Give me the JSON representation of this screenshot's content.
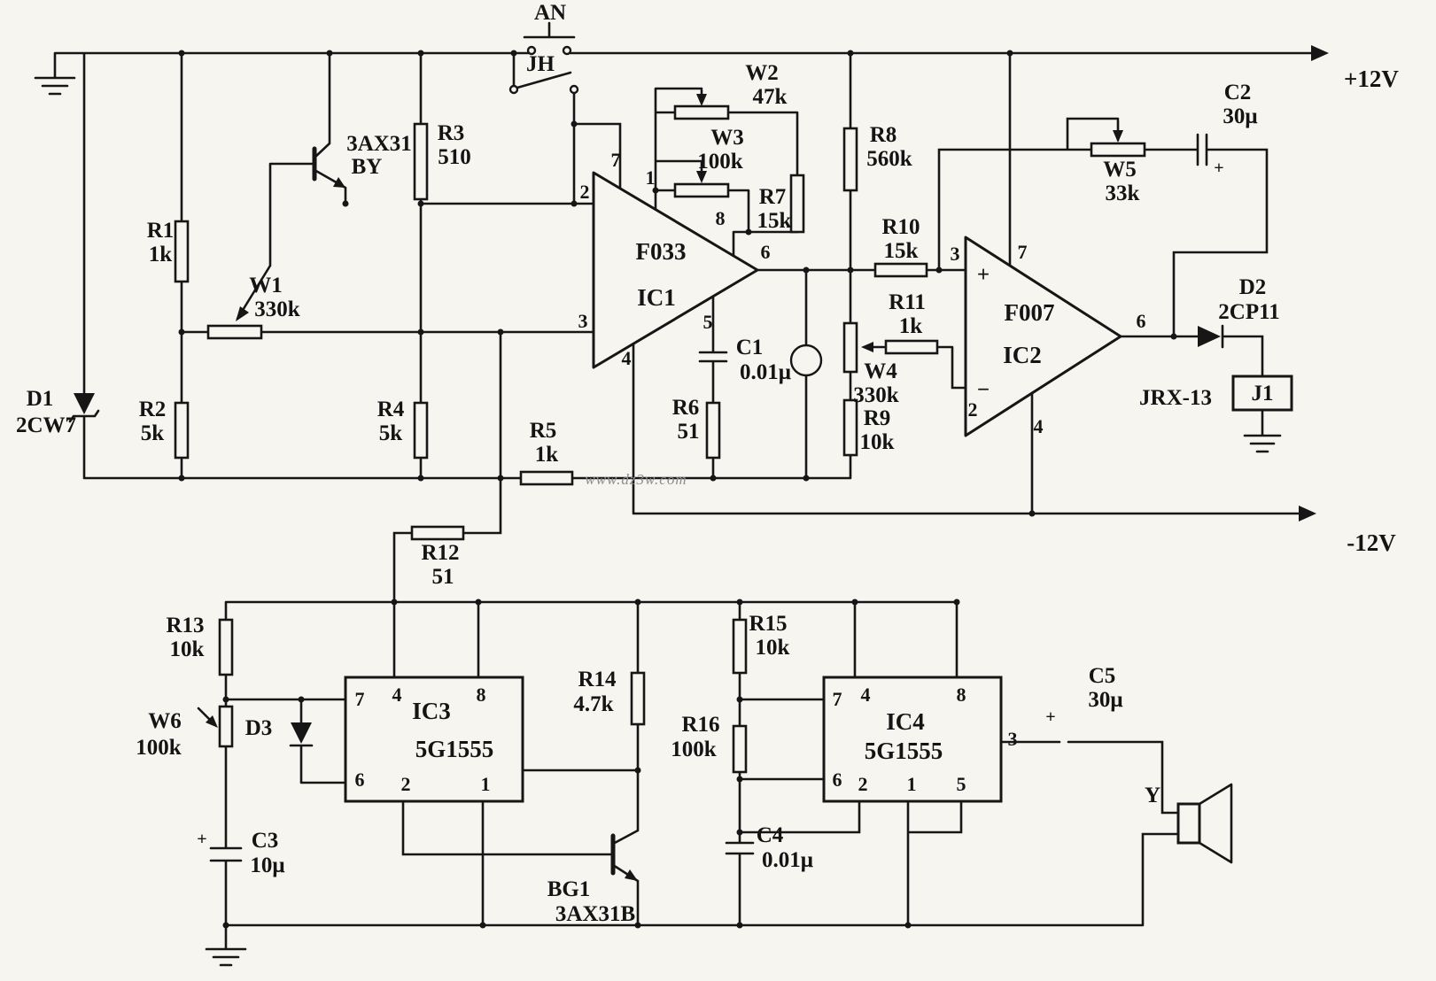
{
  "power": {
    "pos": "+12V",
    "neg": "-12V"
  },
  "watermark": "www.dz3w.com",
  "switches": {
    "an": "AN",
    "jh": "JH"
  },
  "transistors": {
    "q1": {
      "part": "3AX31",
      "name": "BY"
    },
    "bg1": {
      "ref": "BG1",
      "part": "3AX31B"
    }
  },
  "diodes": {
    "d1": {
      "ref": "D1",
      "part": "2CW7"
    },
    "d2": {
      "ref": "D2",
      "part": "2CP11"
    },
    "d3": {
      "ref": "D3"
    }
  },
  "resistors": {
    "r1": {
      "ref": "R1",
      "value": "1k"
    },
    "r2": {
      "ref": "R2",
      "value": "5k"
    },
    "r3": {
      "ref": "R3",
      "value": "510"
    },
    "r4": {
      "ref": "R4",
      "value": "5k"
    },
    "r5": {
      "ref": "R5",
      "value": "1k"
    },
    "r6": {
      "ref": "R6",
      "value": "51"
    },
    "r7": {
      "ref": "R7",
      "value": "15k"
    },
    "r8": {
      "ref": "R8",
      "value": "560k"
    },
    "r9": {
      "ref": "R9",
      "value": "10k"
    },
    "r10": {
      "ref": "R10",
      "value": "15k"
    },
    "r11": {
      "ref": "R11",
      "value": "1k"
    },
    "r12": {
      "ref": "R12",
      "value": "51"
    },
    "r13": {
      "ref": "R13",
      "value": "10k"
    },
    "r14": {
      "ref": "R14",
      "value": "4.7k"
    },
    "r15": {
      "ref": "R15",
      "value": "10k"
    },
    "r16": {
      "ref": "R16",
      "value": "100k"
    }
  },
  "pots": {
    "w1": {
      "ref": "W1",
      "value": "330k"
    },
    "w2": {
      "ref": "W2",
      "value": "47k"
    },
    "w3": {
      "ref": "W3",
      "value": "100k"
    },
    "w4": {
      "ref": "W4",
      "value": "330k"
    },
    "w5": {
      "ref": "W5",
      "value": "33k"
    },
    "w6": {
      "ref": "W6",
      "value": "100k"
    }
  },
  "capacitors": {
    "c1": {
      "ref": "C1",
      "value": "0.01μ"
    },
    "c2": {
      "ref": "C2",
      "value": "30μ",
      "polarity": "+"
    },
    "c3": {
      "ref": "C3",
      "value": "10μ",
      "polarity": "+"
    },
    "c4": {
      "ref": "C4",
      "value": "0.01μ"
    },
    "c5": {
      "ref": "C5",
      "value": "30μ",
      "polarity": "+"
    }
  },
  "ics": {
    "ic1": {
      "name": "IC1",
      "part": "F033",
      "pins": {
        "p1": "1",
        "p2": "2",
        "p3": "3",
        "p4": "4",
        "p5": "5",
        "p6": "6",
        "p7": "7",
        "p8": "8"
      }
    },
    "ic2": {
      "name": "IC2",
      "part": "F007",
      "plus": "+",
      "minus": "−",
      "pins": {
        "p2": "2",
        "p3": "3",
        "p4": "4",
        "p6": "6",
        "p7": "7"
      }
    },
    "ic3": {
      "name": "IC3",
      "part": "5G1555",
      "pins": {
        "p1": "1",
        "p2": "2",
        "p4": "4",
        "p6": "6",
        "p7": "7",
        "p8": "8"
      }
    },
    "ic4": {
      "name": "IC4",
      "part": "5G1555",
      "pins": {
        "p1": "1",
        "p2": "2",
        "p3": "3",
        "p4": "4",
        "p5": "5",
        "p6": "6",
        "p7": "7",
        "p8": "8"
      }
    }
  },
  "relay": {
    "ref": "J1",
    "part": "JRX-13"
  },
  "speaker": {
    "label": "Y"
  }
}
